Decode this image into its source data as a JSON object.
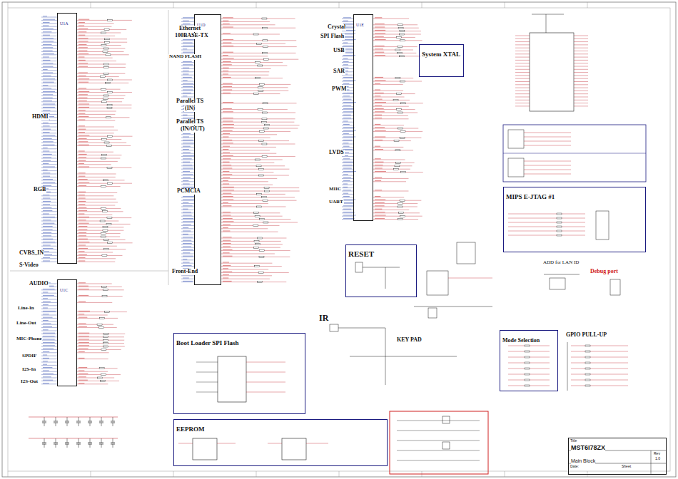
{
  "diagram": {
    "nodes": [
      {
        "text": [
          "U1A"
        ]
      },
      {
        "text": [
          "U1C"
        ]
      },
      {
        "text": [
          "U1D"
        ]
      },
      {
        "text": [
          "U1E"
        ]
      },
      {
        "text": [
          "System XTAL"
        ]
      },
      {
        "text": [
          "RESET"
        ]
      },
      {
        "text": [
          "Boot Loader SPI Flash"
        ]
      },
      {
        "text": [
          "EEPROM"
        ]
      },
      {
        "text": [
          "MIPS E-JTAG #1"
        ]
      },
      {
        "text": [
          "Mode Selection"
        ]
      },
      {
        "text": [
          "MST6I78ZX",
          "Main Block"
        ]
      }
    ],
    "labels": [
      "HDMI",
      "RGB",
      "CVBS_IN",
      "S-Video",
      "AUDIO",
      "Line-In",
      "Line-Out",
      "MIC-Phone",
      "SPDIF",
      "I2S-In",
      "I2S-Out",
      "Ethernet",
      "100BASE-TX",
      "NAND FLASH",
      "Parallel TS",
      "(IN)",
      "Parallel TS",
      "(IN/OUT)",
      "PCMCIA",
      "Front-End",
      "Crystal",
      "SPI Flash",
      "USB",
      "SAR",
      "PWM",
      "LVDS",
      "MIIC",
      "UART",
      "IR",
      "KEY PAD",
      "ADD for LAN ID",
      "Debug port",
      "GPIO PULL-UP",
      "Title",
      "Date:",
      "Sheet",
      "Rev",
      "1.0"
    ]
  }
}
